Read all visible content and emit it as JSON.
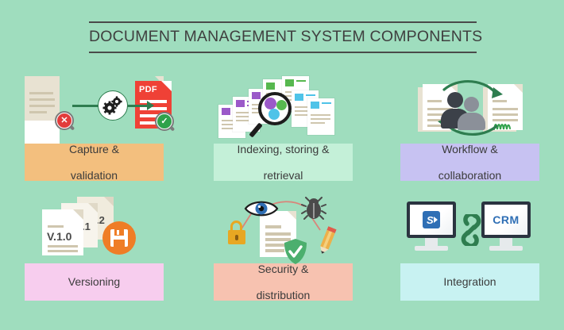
{
  "page": {
    "background_color": "#9fddbe",
    "title": "DOCUMENT MANAGEMENT SYSTEM COMPONENTS",
    "title_color": "#3f3f3f"
  },
  "components": [
    {
      "id": "capture-validation",
      "label": "Capture & validation",
      "label_line1": "Capture &",
      "label_line2": "validation",
      "box_color": "#f3bf7e",
      "icon": {
        "name": "document-conversion-icon",
        "parts": [
          "plain-document",
          "red-x-magnifier",
          "gears-circle",
          "arrow",
          "pdf-document",
          "green-check-magnifier"
        ],
        "pdf_label": "PDF",
        "accent_red": "#ef4136",
        "accent_green": "#2fa24b",
        "arrow_color": "#2e7d4f"
      }
    },
    {
      "id": "indexing-storing-retrieval",
      "label": "Indexing, storing & retrieval",
      "label_line1": "Indexing, storing &",
      "label_line2": "retrieval",
      "box_color": "#c4f0d8",
      "icon": {
        "name": "document-search-icon",
        "parts": [
          "scattered-documents",
          "magnifier",
          "color-dots"
        ],
        "dot_colors": [
          "#9b59c9",
          "#57b84f",
          "#4fc3e8"
        ],
        "doc_accent_colors": [
          "#9b59c9",
          "#57b84f",
          "#4fc3e8"
        ]
      }
    },
    {
      "id": "workflow-collaboration",
      "label": "Workflow & collaboration",
      "label_line1": "Workflow &",
      "label_line2": "collaboration",
      "box_color": "#c7c2f2",
      "icon": {
        "name": "workflow-people-icon",
        "parts": [
          "left-document",
          "circular-arrows",
          "two-people",
          "right-document-signed"
        ],
        "person_dark": "#3c4149",
        "person_light": "#8b9099",
        "arrow_color": "#2e7d4f",
        "signature_color": "#2fa24b"
      }
    },
    {
      "id": "versioning",
      "label": "Versioning",
      "label_line1": "Versioning",
      "label_line2": "",
      "box_color": "#f7cdee",
      "icon": {
        "name": "document-versions-icon",
        "parts": [
          "stacked-documents",
          "save-button"
        ],
        "version_labels": [
          "V.1.0",
          ".1",
          ".2"
        ],
        "save_circle_color": "#ef7d26"
      }
    },
    {
      "id": "security-distribution",
      "label": "Security & distribution",
      "label_line1": "Security &",
      "label_line2": "distribution",
      "box_color": "#f7c2b0",
      "icon": {
        "name": "document-security-icon",
        "parts": [
          "eye-icon",
          "bug-icon",
          "padlock-icon",
          "pencil-icon",
          "document",
          "shield-check"
        ],
        "lock_color": "#e8a722",
        "shield_color": "#4caf6e",
        "pencil_color": "#e8a722",
        "connector_color": "#d98b7a"
      }
    },
    {
      "id": "integration",
      "label": "Integration",
      "label_line1": "Integration",
      "label_line2": "",
      "box_color": "#c8f2f2",
      "icon": {
        "name": "systems-integration-icon",
        "parts": [
          "sharepoint-monitor",
          "chain-link-icon",
          "crm-monitor"
        ],
        "left_screen_label": "S",
        "right_screen_label": "CRM",
        "screen_text_color": "#2f6fb5",
        "chain_color": "#2e7d4f"
      }
    }
  ]
}
